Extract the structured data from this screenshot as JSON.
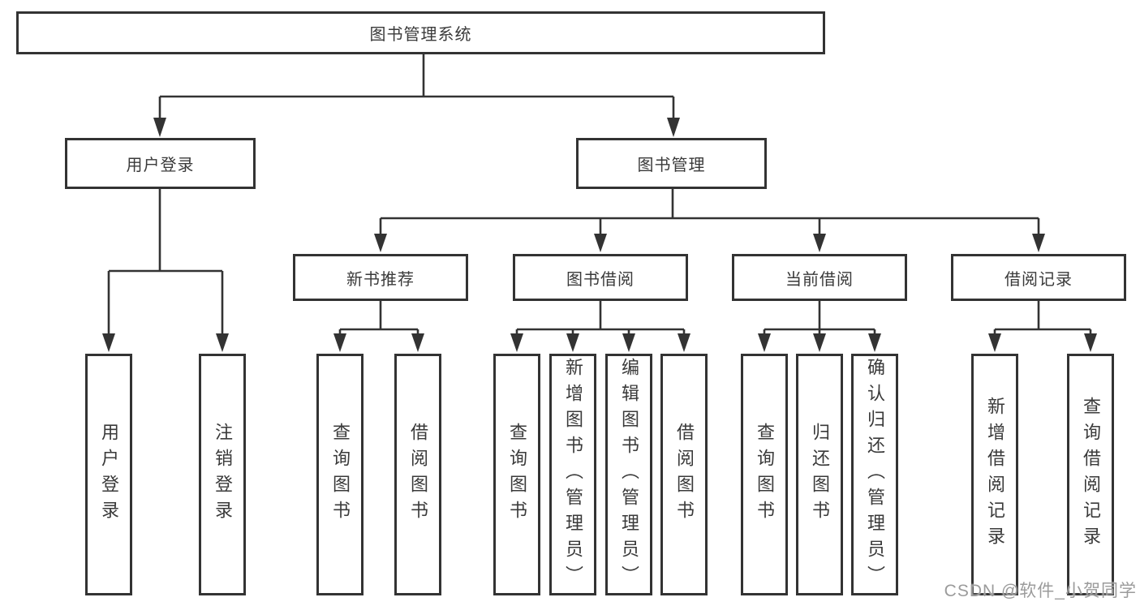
{
  "diagram": {
    "root": {
      "label": "图书管理系统"
    },
    "level2": [
      {
        "label": "用户登录"
      },
      {
        "label": "图书管理"
      }
    ],
    "level3": [
      {
        "label": "新书推荐"
      },
      {
        "label": "图书借阅"
      },
      {
        "label": "当前借阅"
      },
      {
        "label": "借阅记录"
      }
    ],
    "leaves": [
      {
        "label": "用户登录"
      },
      {
        "label": "注销登录"
      },
      {
        "label": "查询图书"
      },
      {
        "label": "借阅图书"
      },
      {
        "label": "查询图书"
      },
      {
        "label": "新增图书（管理员）"
      },
      {
        "label": "编辑图书（管理员）"
      },
      {
        "label": "借阅图书"
      },
      {
        "label": "查询图书"
      },
      {
        "label": "归还图书"
      },
      {
        "label": "确认归还（管理员）"
      },
      {
        "label": "新增借阅记录"
      },
      {
        "label": "查询借阅记录"
      }
    ]
  },
  "watermark": {
    "text": "CSDN @软件_小贺同学"
  },
  "colors": {
    "line": "#333333",
    "text": "#3a3a3a",
    "background": "#ffffff",
    "watermark": "#9b9b9b"
  }
}
